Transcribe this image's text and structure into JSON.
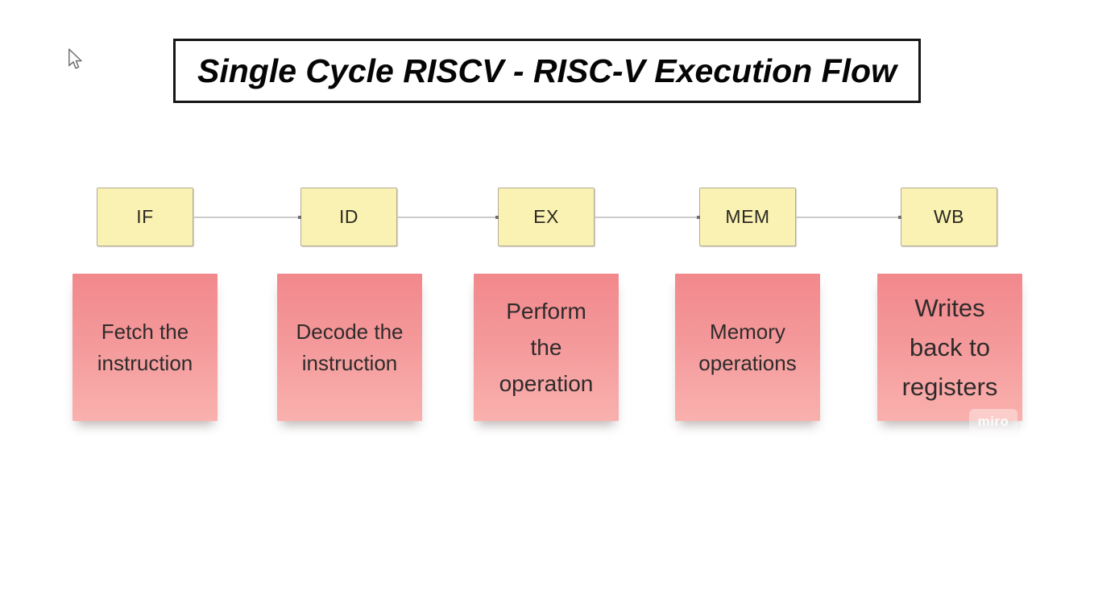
{
  "board": {
    "title": "Single Cycle RISCV - RISC-V Execution Flow"
  },
  "stages": [
    {
      "label": "IF",
      "description": "Fetch the\ninstruction"
    },
    {
      "label": "ID",
      "description": "Decode the\ninstruction"
    },
    {
      "label": "EX",
      "description": "Perform\nthe\noperation"
    },
    {
      "label": "MEM",
      "description": "Memory\noperations"
    },
    {
      "label": "WB",
      "description": "Writes\nback to\nregisters"
    }
  ],
  "watermark": {
    "label": "miro"
  },
  "colors": {
    "background": "#FFFFFF",
    "title_border": "#161616",
    "stage_box_fill": "#FAF2B2",
    "stage_box_border": "#B3AB95",
    "note_gradient_top": "#F1888C",
    "note_gradient_bottom": "#F9B1AE",
    "note_text": "#2F2B2B",
    "connector_line": "#CBCBCB"
  }
}
